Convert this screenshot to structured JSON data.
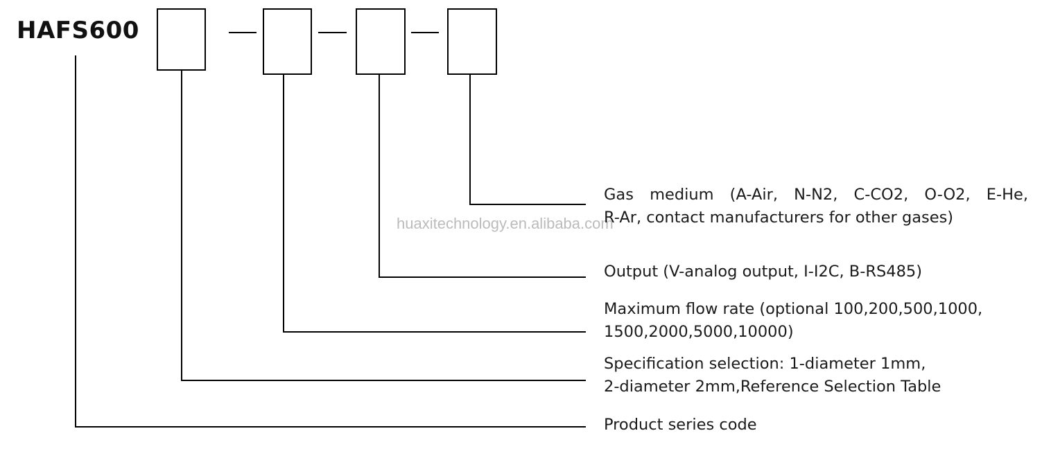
{
  "model_code": "HAFS600",
  "descriptions": {
    "gas_medium": {
      "line1": "Gas medium (A-Air, N-N2, C-CO2, O-O2, E-He,",
      "line2": "R-Ar, contact manufacturers for other gases)"
    },
    "output": {
      "line1": "Output (V-analog output, I-I2C, B-RS485)"
    },
    "max_flow": {
      "line1": "Maximum flow rate (optional 100,200,500,1000,",
      "line2": "1500,2000,5000,10000)"
    },
    "specification": {
      "line1": "Specification selection: 1-diameter 1mm,",
      "line2": "2-diameter 2mm,Reference Selection Table"
    },
    "product_series": {
      "line1": "Product series code"
    }
  },
  "watermark": "huaxitechnology.en.alibaba.com",
  "colors": {
    "line": "#000000",
    "text": "#1a1a1a",
    "watermark": "#b0b0b0"
  }
}
